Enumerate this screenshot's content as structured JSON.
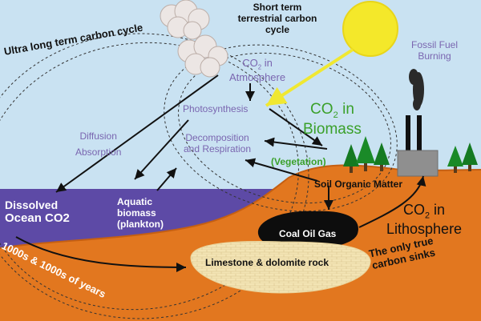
{
  "labels": {
    "ultra_long": "Ultra long term carbon cycle",
    "short_term": "Short term terrestrial carbon cycle",
    "fossil_fuel": "Fossil Fuel Burning",
    "co2_atmosphere_a": "CO",
    "co2_atmosphere_b": "2",
    "co2_atmosphere_c": " in",
    "co2_atmosphere_d": "Atmosphere",
    "photosynthesis": "Photosynthesis",
    "co2_biomass_a": "CO",
    "co2_biomass_b": "2",
    "co2_biomass_c": " in",
    "co2_biomass_d": "Biomass",
    "diffusion": "Diffusion",
    "absorption": "Absorption",
    "decomposition": "Decomposition and Respiration",
    "vegetation": "(Vegetation)",
    "soil": "Soil Organic Matter",
    "dissolved_1": "Dissolved",
    "dissolved_2": "Ocean CO2",
    "aquatic": "Aquatic biomass (plankton)",
    "coal": "Coal Oil Gas",
    "co2_litho_a": "CO",
    "co2_litho_b": "2",
    "co2_litho_c": " in",
    "co2_litho_d": "Lithosphere",
    "years": "1000s & 1000s of years",
    "limestone": "Limestone & dolomite rock",
    "sinks": "The only true carbon sinks"
  },
  "colors": {
    "sky": "#c9e2f2",
    "ocean": "#5d4aa6",
    "land": "#e2771f",
    "sun": "#f4e82a",
    "sun_arrow": "#f0e832",
    "coal": "#0d0d0d",
    "limestone": "#f3e4b4",
    "text_purple": "#7a66b0",
    "text_green": "#3aa02a"
  },
  "icons": [
    "sun-icon",
    "cloud-icon",
    "smoke-icon",
    "factory-icon",
    "tree-icon"
  ]
}
